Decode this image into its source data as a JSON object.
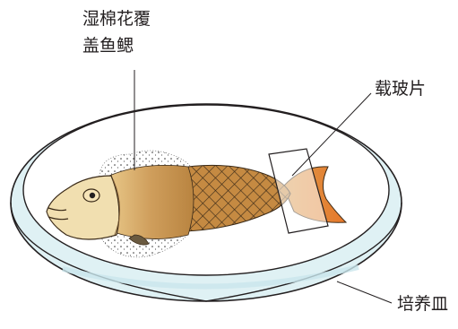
{
  "labels": {
    "cotton_line1": "湿棉花覆",
    "cotton_line2": "盖鱼鳃",
    "slide": "载玻片",
    "dish": "培养皿"
  },
  "colors": {
    "dish_fill": "#dff1f4",
    "dish_stroke": "#231f20",
    "fish_head": "#f1dfb0",
    "fish_body": "#c99652",
    "fish_tail": "#e07b2a",
    "slide_fill": "#ffffff",
    "text": "#231f20"
  }
}
